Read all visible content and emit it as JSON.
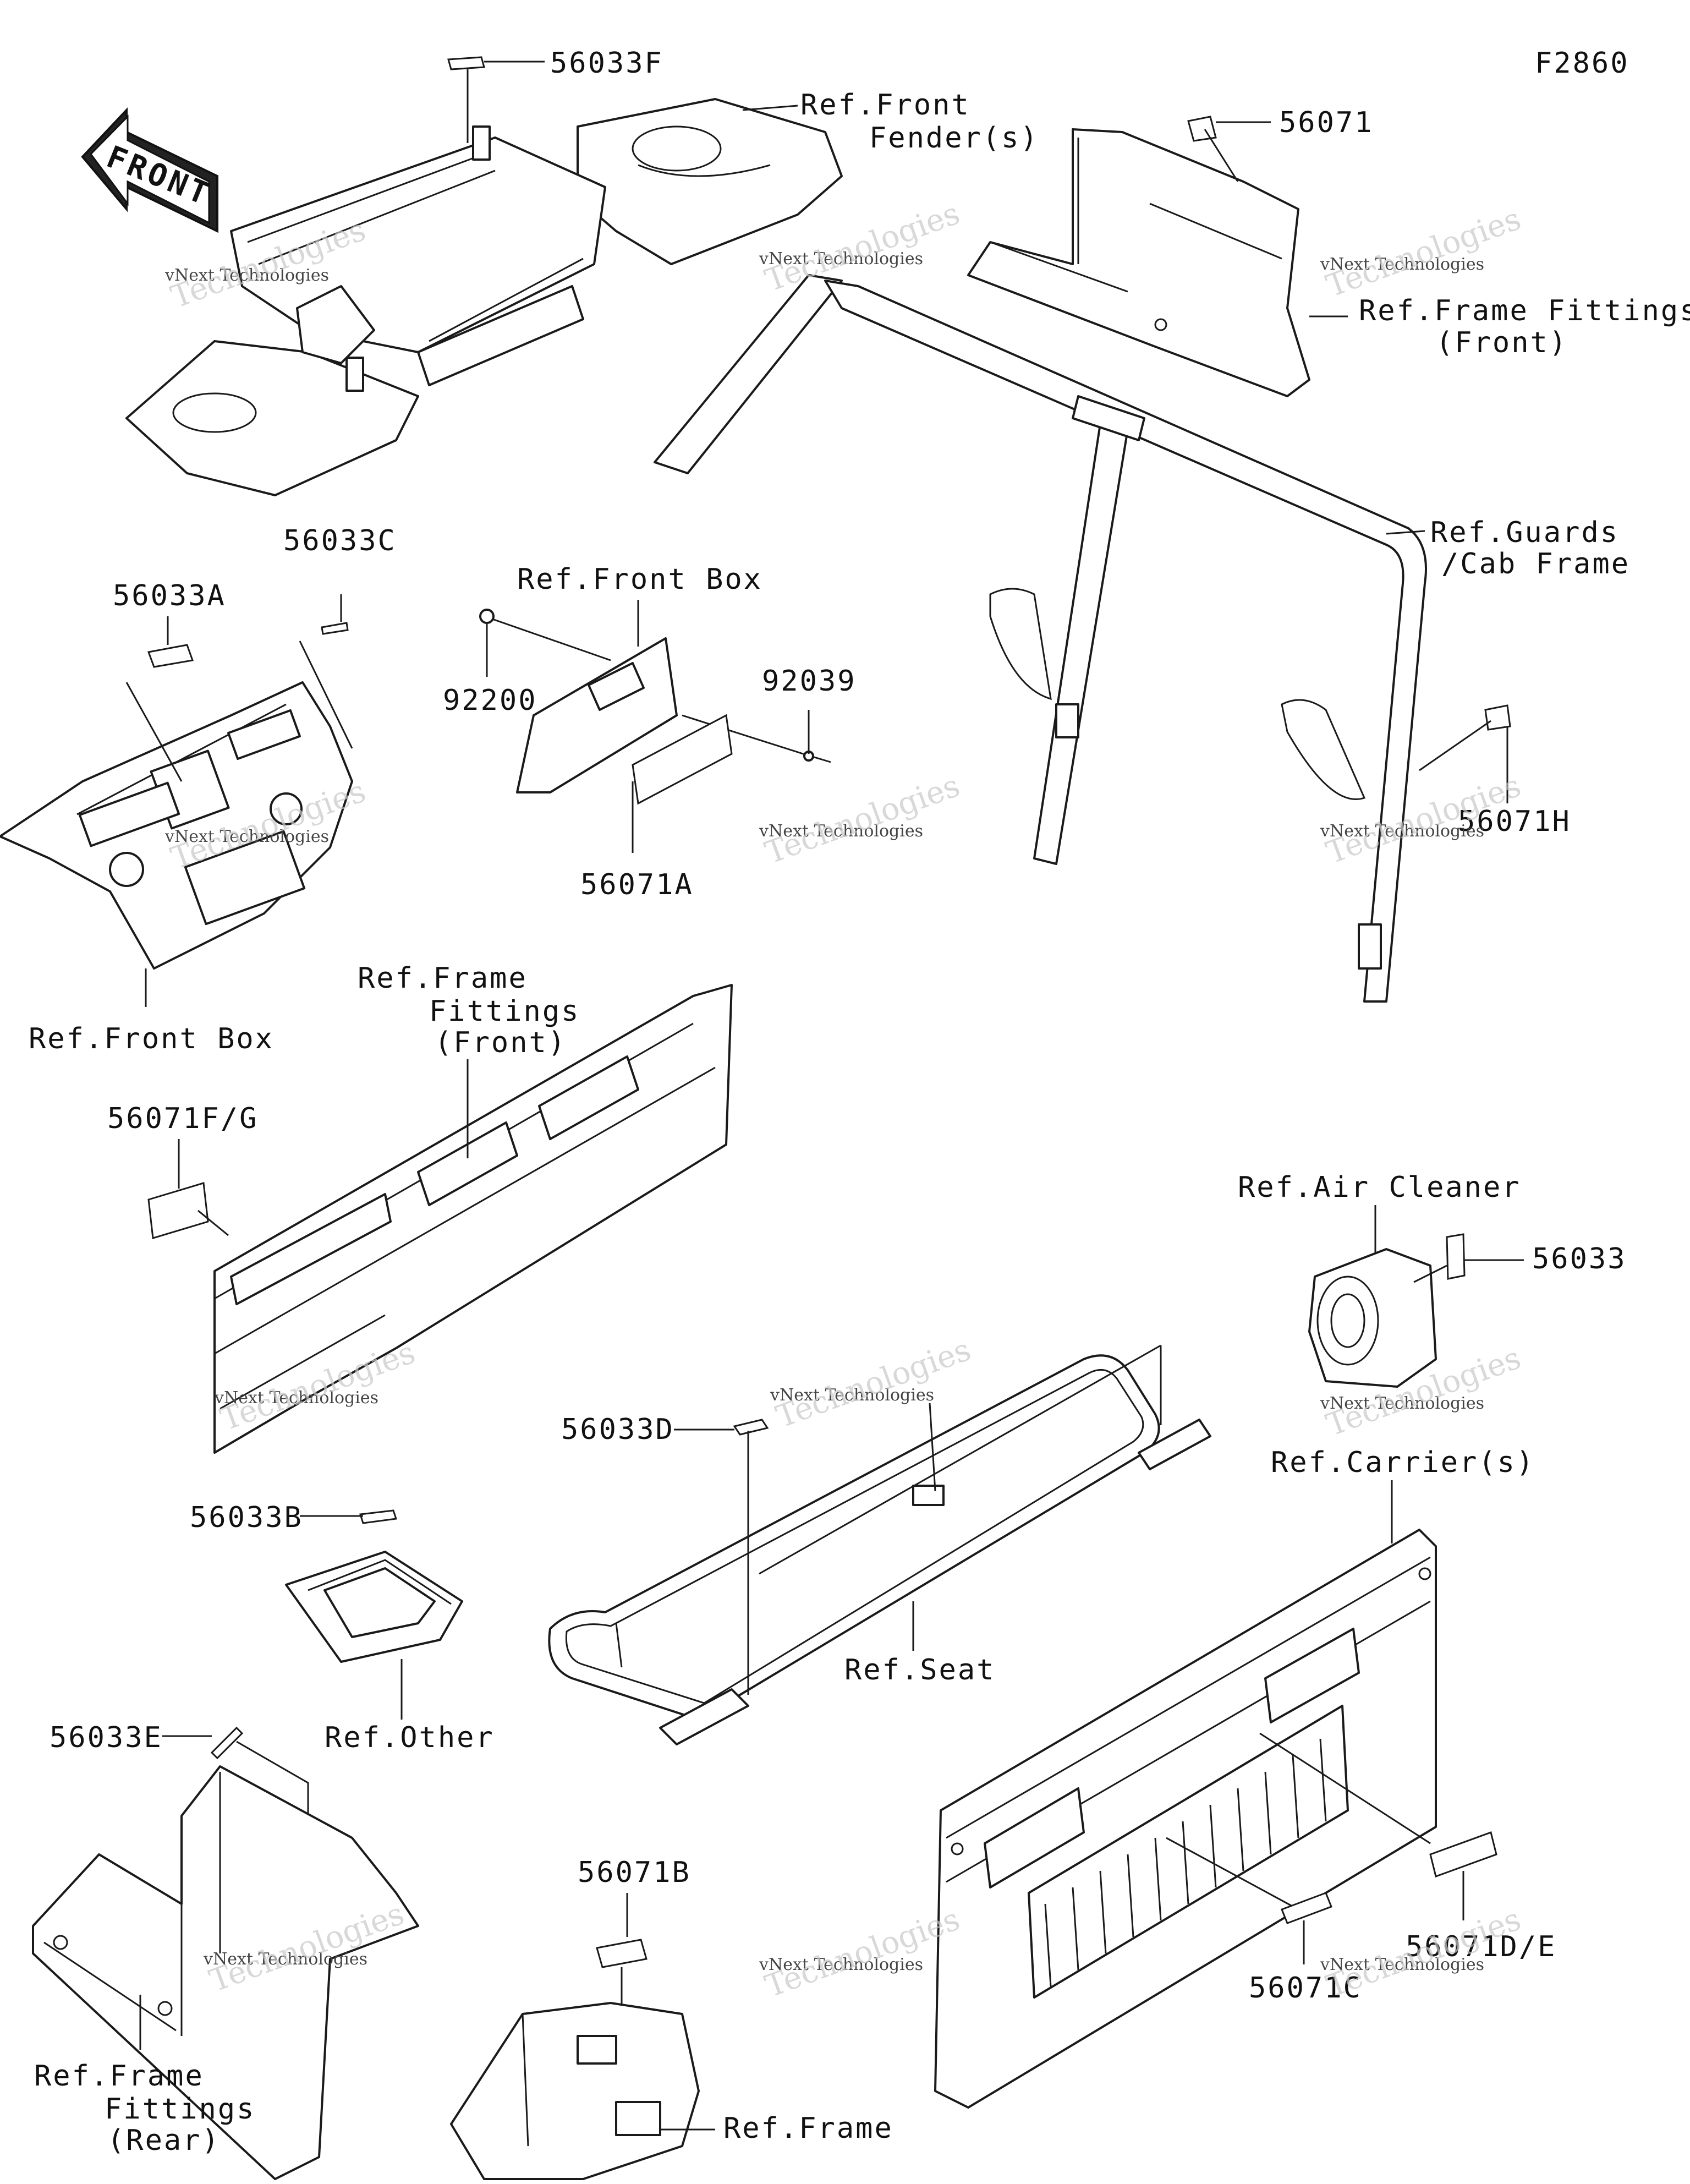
{
  "figure_code": "F2860",
  "front_arrow_label": "FRONT",
  "watermark": {
    "line1": "vNext Technologies",
    "line2": "Technologies"
  },
  "labels": {
    "p56033F": "56033F",
    "ref_front_fender_1": "Ref.Front",
    "ref_front_fender_2": "Fender(s)",
    "p56071": "56071",
    "ref_frame_fittings_front_top_1": "Ref.Frame Fittings",
    "ref_frame_fittings_front_top_2": "(Front)",
    "p56033A": "56033A",
    "p56033C": "56033C",
    "ref_front_box_top": "Ref.Front Box",
    "p92200": "92200",
    "p92039": "92039",
    "ref_guards_1": "Ref.Guards",
    "ref_guards_2": "/Cab Frame",
    "p56071H": "56071H",
    "p56071A": "56071A",
    "ref_front_box_bottom": "Ref.Front Box",
    "ref_frame_fittings_mid_1": "Ref.Frame",
    "ref_frame_fittings_mid_2": "Fittings",
    "ref_frame_fittings_mid_3": "(Front)",
    "p56071FG": "56071F/G",
    "ref_air_cleaner": "Ref.Air Cleaner",
    "p56033": "56033",
    "ref_carriers": "Ref.Carrier(s)",
    "p56033D": "56033D",
    "p56033B": "56033B",
    "ref_seat": "Ref.Seat",
    "ref_other": "Ref.Other",
    "p56033E": "56033E",
    "p56071B": "56071B",
    "p56071DE": "56071D/E",
    "p56071C": "56071C",
    "ref_frame_fittings_rear_1": "Ref.Frame",
    "ref_frame_fittings_rear_2": "Fittings",
    "ref_frame_fittings_rear_3": "(Rear)",
    "ref_frame": "Ref.Frame"
  }
}
